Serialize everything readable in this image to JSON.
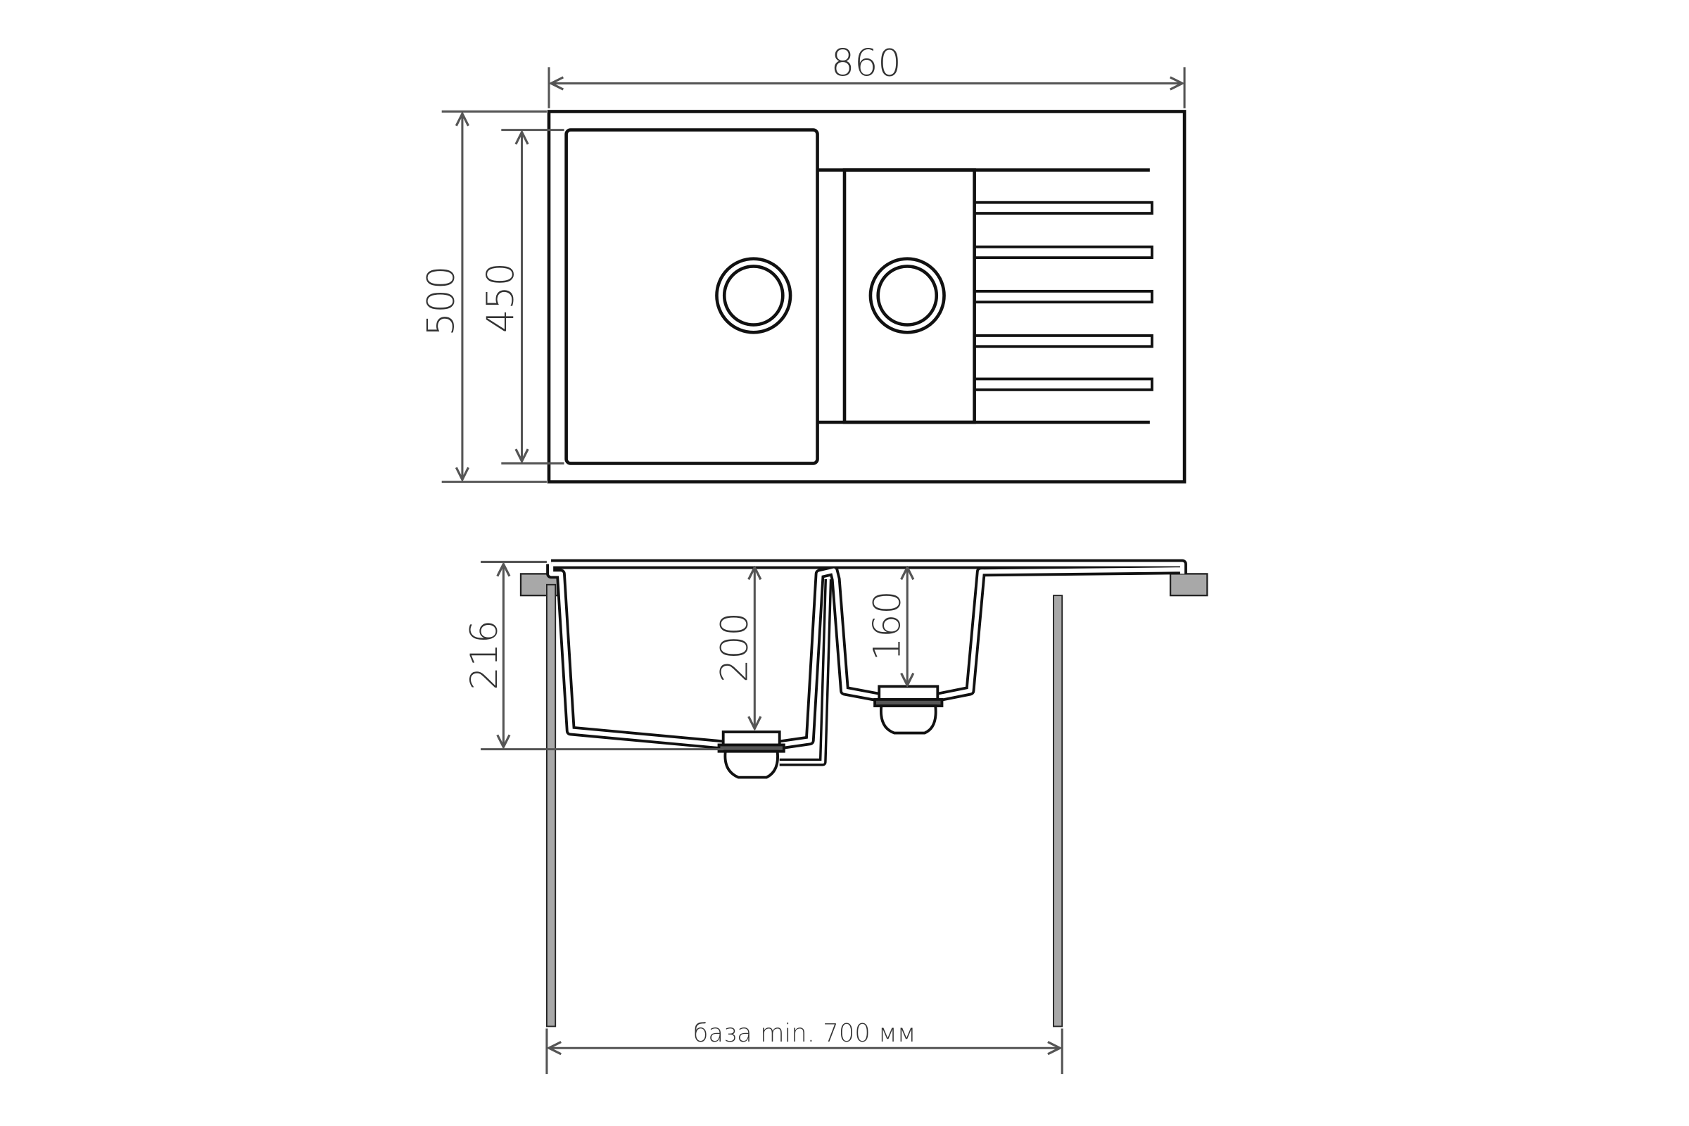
{
  "drawing": {
    "plan_view": {
      "width_label": "860",
      "depth_label": "500",
      "bowl_depth_label": "450"
    },
    "section_view": {
      "total_depth_label": "216",
      "main_bowl_depth_label": "200",
      "small_bowl_depth_label": "160",
      "base_label": "база min. 700 мм"
    },
    "colors": {
      "outline": "#111111",
      "dimension": "#555555",
      "support": "#a8a8a8"
    }
  }
}
